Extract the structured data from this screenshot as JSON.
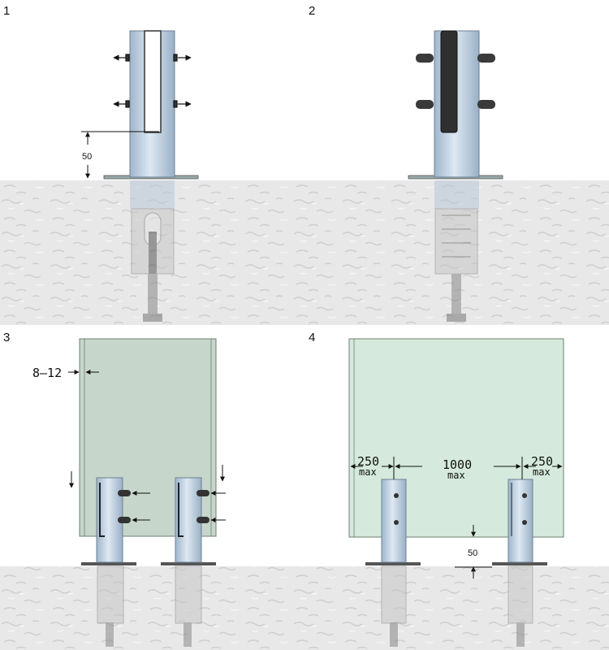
{
  "steps": [
    {
      "number": "1",
      "dimension": "50"
    },
    {
      "number": "2"
    },
    {
      "number": "3",
      "dimension": "8–12"
    },
    {
      "number": "4",
      "left_gap": "250",
      "left_gap_note": "max",
      "post_spacing": "1000",
      "post_spacing_note": "max",
      "right_gap": "250",
      "right_gap_note": "max",
      "bottom_clearance": "50"
    }
  ],
  "colors": {
    "ground": "#e7e7e7",
    "post": "#b9cde0",
    "glass_step3": "#c7d6ca",
    "glass_step4": "#d5eadc",
    "gasket": "#333333"
  }
}
